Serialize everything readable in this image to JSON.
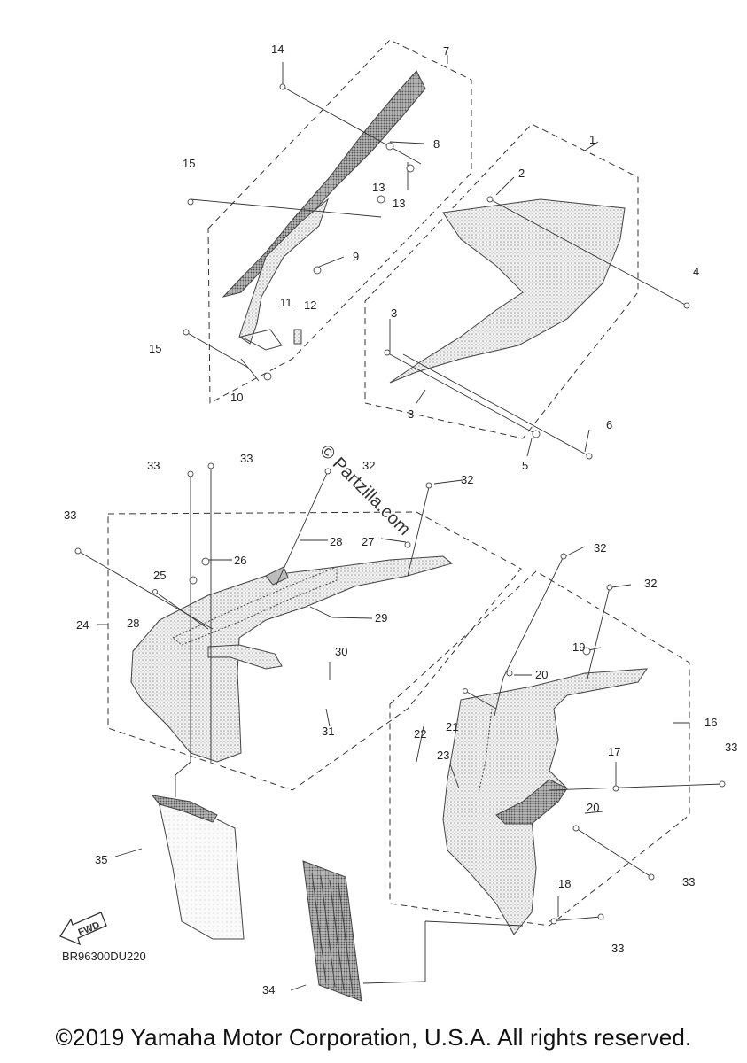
{
  "diagram_code": "BR96300DU220",
  "copyright": "©2019 Yamaha Motor Corporation, U.S.A. All rights reserved.",
  "watermark": "© Partzilla.com",
  "fwd_label": "FWD",
  "callouts": [
    "1",
    "2",
    "3",
    "3",
    "4",
    "5",
    "6",
    "7",
    "8",
    "9",
    "10",
    "11",
    "12",
    "13",
    "13",
    "14",
    "15",
    "15",
    "16",
    "17",
    "18",
    "19",
    "20",
    "20",
    "21",
    "22",
    "23",
    "24",
    "25",
    "26",
    "27",
    "28",
    "28",
    "29",
    "30",
    "31",
    "32",
    "32",
    "32",
    "32",
    "33",
    "33",
    "33",
    "33",
    "33",
    "33",
    "34",
    "35"
  ]
}
